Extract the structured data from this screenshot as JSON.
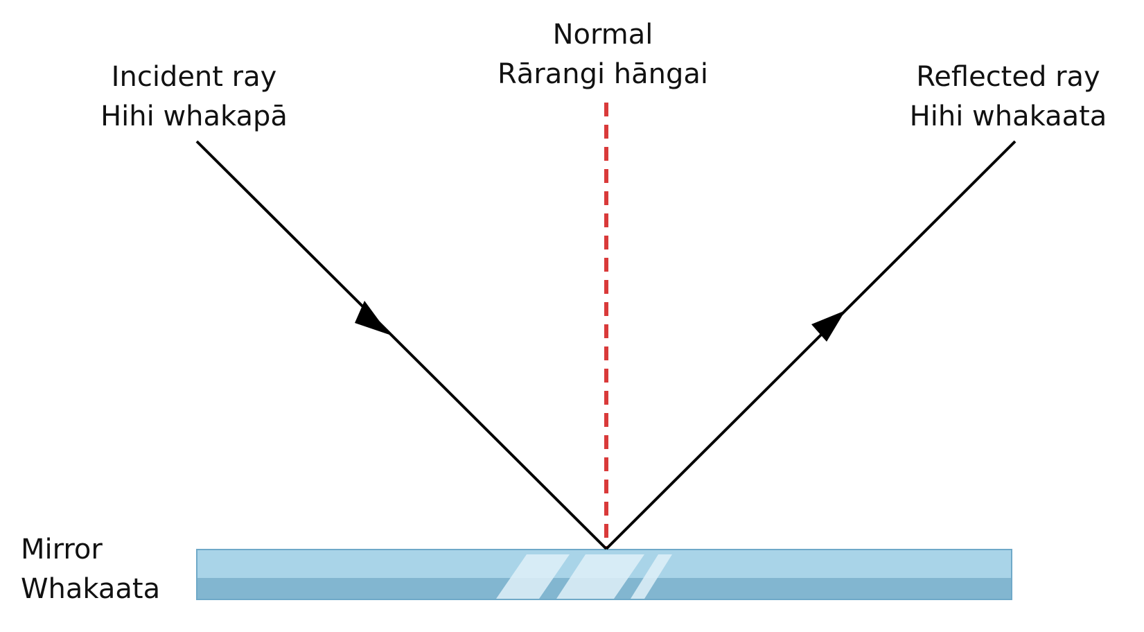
{
  "labels": {
    "incident": {
      "line1": "Incident ray",
      "line2": "Hihi whakapā"
    },
    "normal": {
      "line1": "Normal",
      "line2": "Rārangi hāngai"
    },
    "reflected": {
      "line1": "Reflected ray",
      "line2": "Hihi whakaata"
    },
    "mirror": {
      "line1": "Mirror",
      "line2": "Whakaata"
    }
  },
  "colors": {
    "ray": "#000000",
    "normal_line": "#d93a3a",
    "mirror_top": "#a9d4e8",
    "mirror_bottom": "#82b6d0",
    "mirror_edge": "#6fa9c8",
    "mirror_glare": "#dff0f8"
  }
}
